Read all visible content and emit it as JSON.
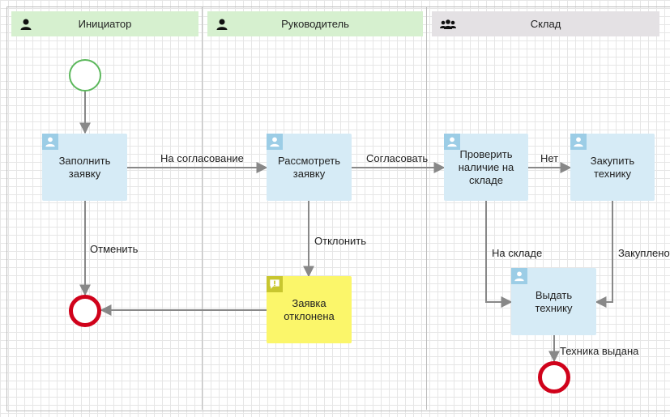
{
  "lanes": [
    {
      "title": "Инициатор",
      "icon": "person-icon",
      "color": "#d6f0cf"
    },
    {
      "title": "Руководитель",
      "icon": "person-icon",
      "color": "#d6f0cf"
    },
    {
      "title": "Склад",
      "icon": "group-icon",
      "color": "#e4e1e4"
    }
  ],
  "tasks": {
    "fill_request": "Заполнить заявку",
    "review_request": "Рассмотреть заявку",
    "check_stock": "Проверить наличие на складе",
    "purchase": "Закупить технику",
    "issue": "Выдать технику",
    "rejected": "Заявка отклонена"
  },
  "flows": {
    "to_approval": "На согласование",
    "cancel": "Отменить",
    "approve": "Согласовать",
    "reject": "Отклонить",
    "no": "Нет",
    "in_stock": "На складе",
    "purchased": "Закуплено",
    "issued": "Техника выдана"
  },
  "colors": {
    "start_event": "#5cb85c",
    "end_event": "#d0021b",
    "task_fill": "#d6ebf6",
    "task_badge": "#9ccde6",
    "rejected_fill": "#fbf66a",
    "arrow": "#888888"
  }
}
